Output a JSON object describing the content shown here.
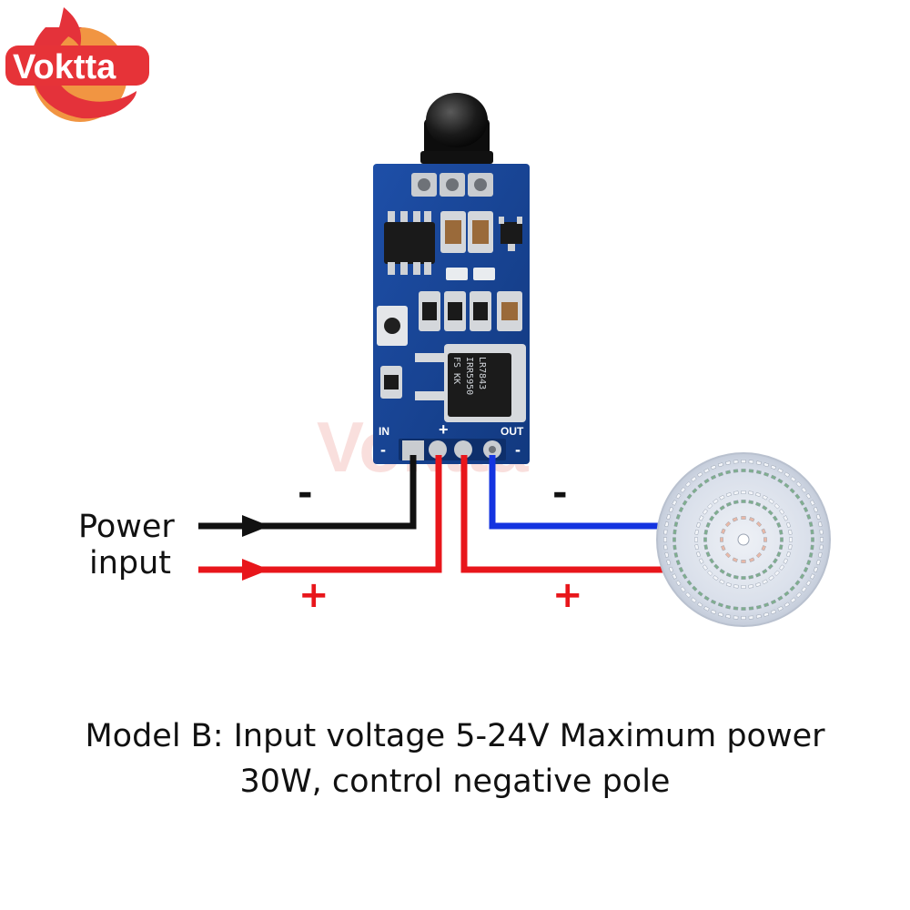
{
  "brand": {
    "logo_text": "Voktta",
    "watermark_text": "Voktta"
  },
  "board": {
    "pin_labels": {
      "in": "IN",
      "plus": "+",
      "out": "OUT",
      "minus_left": "-",
      "minus_right": "-"
    },
    "chip_marking": [
      "LR7843",
      "IRR5950",
      "FS  KK"
    ]
  },
  "wiring": {
    "power_input_label": [
      "Power",
      "input"
    ],
    "left_negative": "-",
    "left_positive": "+",
    "right_negative": "-",
    "right_positive": "+",
    "colors": {
      "negative_in": "#111111",
      "positive": "#e8161b",
      "negative_out": "#1434e0"
    }
  },
  "caption": {
    "line1": "Model B: Input voltage 5-24V Maximum power",
    "line2": "30W, control negative pole"
  }
}
